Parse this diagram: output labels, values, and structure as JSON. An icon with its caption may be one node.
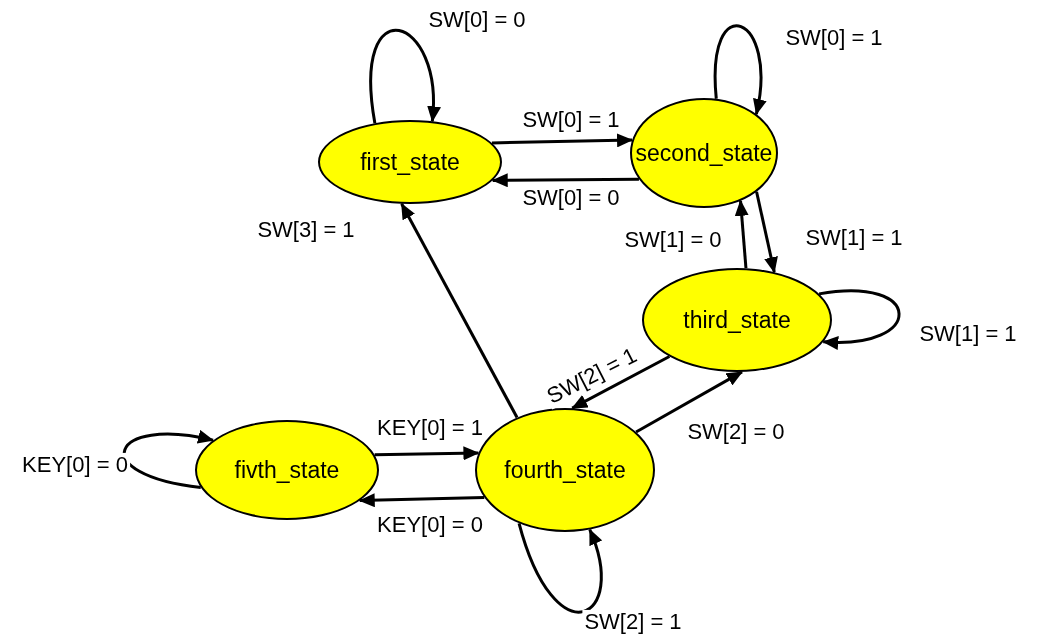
{
  "diagram": {
    "nodes": [
      {
        "text": [
          "first_state"
        ]
      },
      {
        "text": [
          "second_state"
        ]
      },
      {
        "text": [
          "third_state"
        ]
      },
      {
        "text": [
          "fourth_state"
        ]
      },
      {
        "text": [
          "fivth_state"
        ]
      }
    ],
    "edges": [
      {
        "from": 0,
        "to": 0,
        "arrow": "to",
        "label": "SW[0] = 0"
      },
      {
        "from": 0,
        "to": 1,
        "arrow": "to",
        "label": "SW[0] = 1"
      },
      {
        "from": 1,
        "to": 0,
        "arrow": "to",
        "label": "SW[0] = 0"
      },
      {
        "from": 1,
        "to": 1,
        "arrow": "to",
        "label": "SW[0] = 1"
      },
      {
        "from": 2,
        "to": 1,
        "arrow": "to",
        "label": "SW[1] = 0"
      },
      {
        "from": 1,
        "to": 2,
        "arrow": "to",
        "label": "SW[1] = 1"
      },
      {
        "from": 2,
        "to": 2,
        "arrow": "to",
        "label": "SW[1] = 1"
      },
      {
        "from": 2,
        "to": 3,
        "arrow": "to",
        "label": "SW[2] = 1"
      },
      {
        "from": 3,
        "to": 2,
        "arrow": "to",
        "label": "SW[2] = 0"
      },
      {
        "from": 3,
        "to": 0,
        "arrow": "to",
        "label": "SW[3] = 1"
      },
      {
        "from": 4,
        "to": 3,
        "arrow": "to",
        "label": "KEY[0] = 1"
      },
      {
        "from": 3,
        "to": 4,
        "arrow": "to",
        "label": "KEY[0] = 0"
      },
      {
        "from": 4,
        "to": 4,
        "arrow": "to",
        "label": "KEY[0] = 0"
      },
      {
        "from": 3,
        "to": 3,
        "arrow": "to",
        "label": "SW[2] = 1"
      }
    ]
  }
}
